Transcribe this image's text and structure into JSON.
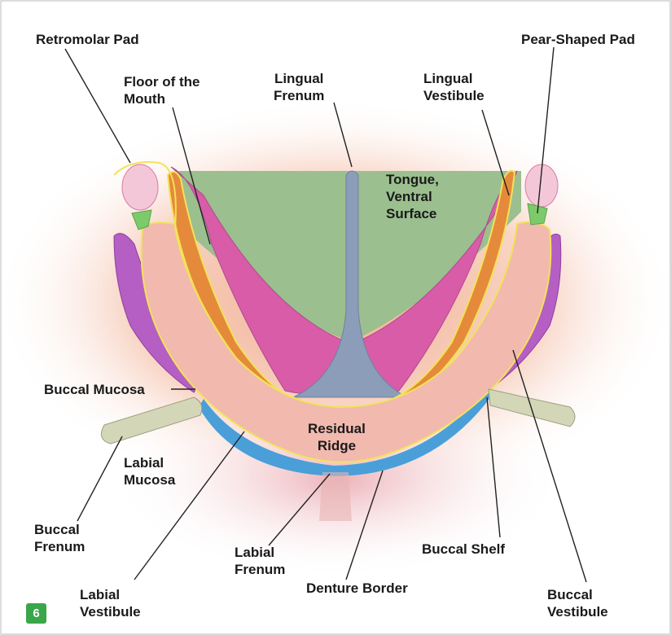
{
  "labels": {
    "retromolar_pad": "Retromolar Pad",
    "pear_shaped_pad": "Pear-Shaped Pad",
    "floor_of_mouth": [
      "Floor of the",
      "Mouth"
    ],
    "lingual_frenum": [
      "Lingual",
      "Frenum"
    ],
    "lingual_vestibule": [
      "Lingual",
      "Vestibule"
    ],
    "tongue_ventral": [
      "Tongue,",
      "Ventral",
      "Surface"
    ],
    "buccal_mucosa": "Buccal Mucosa",
    "residual_ridge": [
      "Residual",
      "Ridge"
    ],
    "labial_mucosa": [
      "Labial",
      "Mucosa"
    ],
    "buccal_frenum": [
      "Buccal",
      "Frenum"
    ],
    "labial_frenum": [
      "Labial",
      "Frenum"
    ],
    "buccal_shelf": "Buccal Shelf",
    "labial_vestibule": [
      "Labial",
      "Vestibule"
    ],
    "denture_border": "Denture Border",
    "buccal_vestibule": [
      "Buccal",
      "Vestibule"
    ]
  },
  "figure_number": "6",
  "colors": {
    "background_glow": "#f3a98c",
    "tongue": "#9bbf8e",
    "floor_of_mouth": "#d85ca8",
    "frenum": "#8b9db8",
    "ridge": "#f2b9ae",
    "denture_border": "#f2e25a",
    "labial_vestibule": "#4a9fd8",
    "buccal_vestibule": "#b55fc4",
    "frenum_tab": "#d4d6b8",
    "badge": "#3aa64a"
  }
}
